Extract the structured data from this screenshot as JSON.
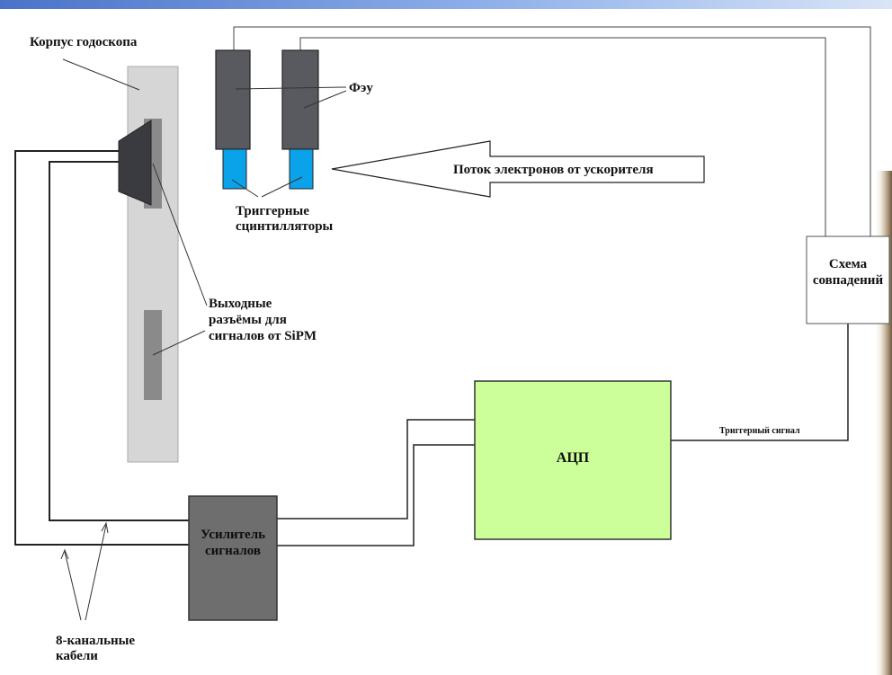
{
  "labels": {
    "housing": "Корпус годоскопа",
    "pmt": "Фэу",
    "beam": "Поток электронов от ускорителя",
    "trigger_scint_line1": "Триггерные",
    "trigger_scint_line2": "сцинтилляторы",
    "coincidence_line1": "Схема",
    "coincidence_line2": "совпадений",
    "connectors_line1": "Выходные",
    "connectors_line2": "разъёмы для",
    "connectors_line3": "сигналов от SiPM",
    "adc": "АЦП",
    "trigger_signal": "Триггерный сигнал",
    "amplifier_line1": "Усилитель",
    "amplifier_line2": "сигналов",
    "cables_line1": "8-канальные",
    "cables_line2": "кабели"
  },
  "colors": {
    "adc_fill": "#ccff99",
    "amplifier_fill": "#6e6e6e",
    "pmt_fill": "#585a60",
    "scintillator_fill": "#0aa2e8",
    "housing_fill": "#d6d6d6",
    "connector_slot": "#8a8a8a",
    "connector_trap": "#3a3b40"
  }
}
